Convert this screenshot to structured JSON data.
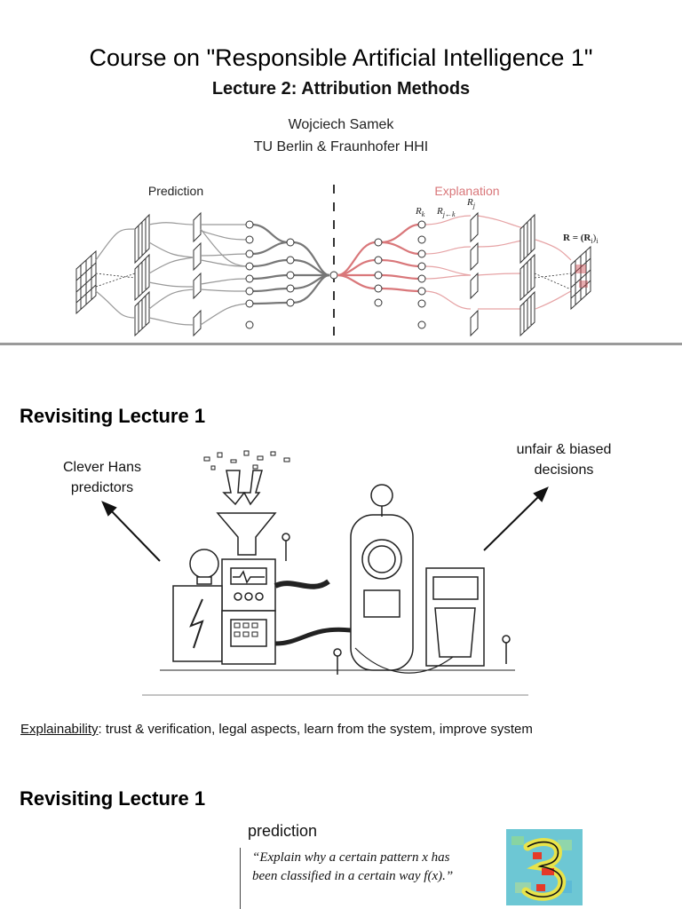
{
  "header": {
    "course_title": "Course on \"Responsible Artificial Intelligence 1\"",
    "lecture_title": "Lecture 2: Attribution Methods",
    "author": "Wojciech Samek",
    "affiliation": "TU Berlin & Fraunhofer HHI"
  },
  "diagram": {
    "prediction_label": "Prediction",
    "explanation_label": "Explanation",
    "r_k": "R",
    "r_k_sub": "k",
    "r_jk": "R",
    "r_jk_sub": "j←k",
    "r_j": "R",
    "r_j_sub": "j",
    "r_vec": "R = (R",
    "r_vec_sub": "i",
    "r_vec_end": ")",
    "r_vec_end_sub": "i",
    "explanation_color": "#d9777a"
  },
  "section1": {
    "heading": "Revisiting Lecture 1",
    "left_label_line1": "Clever Hans",
    "left_label_line2": "predictors",
    "right_label_line1": "unfair & biased",
    "right_label_line2": "decisions",
    "explain_term": "Explainability",
    "explain_rest": ": trust & verification, legal aspects, learn from the system, improve system"
  },
  "section2": {
    "heading": "Revisiting Lecture 1",
    "prediction_label": "prediction",
    "quote_line1": "“Explain why a certain pattern x has",
    "quote_line2": "been classified in a certain way f(x).”"
  }
}
